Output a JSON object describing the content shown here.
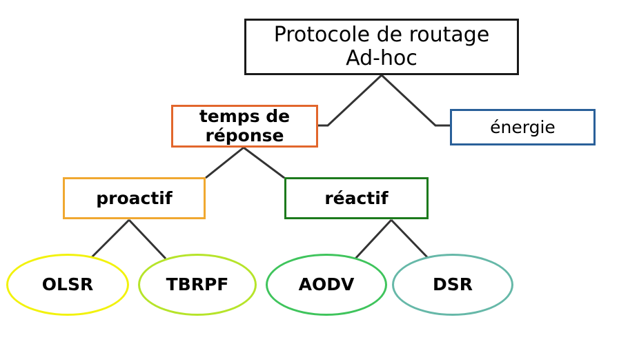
{
  "diagram": {
    "title_text": "Protocole de routage\nAd-hoc",
    "type": "tree",
    "background_color": "#ffffff",
    "edge_color": "#333333",
    "nodes": [
      {
        "id": "root",
        "label": "Protocole de routage\nAd-hoc",
        "shape": "rectangle",
        "border_color": "#1a1a1a",
        "level": 0
      },
      {
        "id": "temps",
        "label": "temps de\nréponse",
        "shape": "rectangle",
        "border_color": "#e2662c",
        "level": 1
      },
      {
        "id": "energie",
        "label": "énergie",
        "shape": "rectangle",
        "border_color": "#2a6099",
        "level": 1
      },
      {
        "id": "proactif",
        "label": "proactif",
        "shape": "rectangle",
        "border_color": "#f0a830",
        "level": 2
      },
      {
        "id": "reactif",
        "label": "réactif",
        "shape": "rectangle",
        "border_color": "#1c7a1c",
        "level": 2
      },
      {
        "id": "olsr",
        "label": "OLSR",
        "shape": "ellipse",
        "border_color": "#f2f20d",
        "level": 3
      },
      {
        "id": "tbrpf",
        "label": "TBRPF",
        "shape": "ellipse",
        "border_color": "#b6e42a",
        "level": 3
      },
      {
        "id": "aodv",
        "label": "AODV",
        "shape": "ellipse",
        "border_color": "#3fc45c",
        "level": 3
      },
      {
        "id": "dsr",
        "label": "DSR",
        "shape": "ellipse",
        "border_color": "#66b8a8",
        "level": 3
      }
    ],
    "edges": [
      {
        "from": "root",
        "to": "temps"
      },
      {
        "from": "root",
        "to": "energie"
      },
      {
        "from": "temps",
        "to": "proactif"
      },
      {
        "from": "temps",
        "to": "reactif"
      },
      {
        "from": "proactif",
        "to": "olsr"
      },
      {
        "from": "proactif",
        "to": "tbrpf"
      },
      {
        "from": "reactif",
        "to": "aodv"
      },
      {
        "from": "reactif",
        "to": "dsr"
      }
    ]
  }
}
